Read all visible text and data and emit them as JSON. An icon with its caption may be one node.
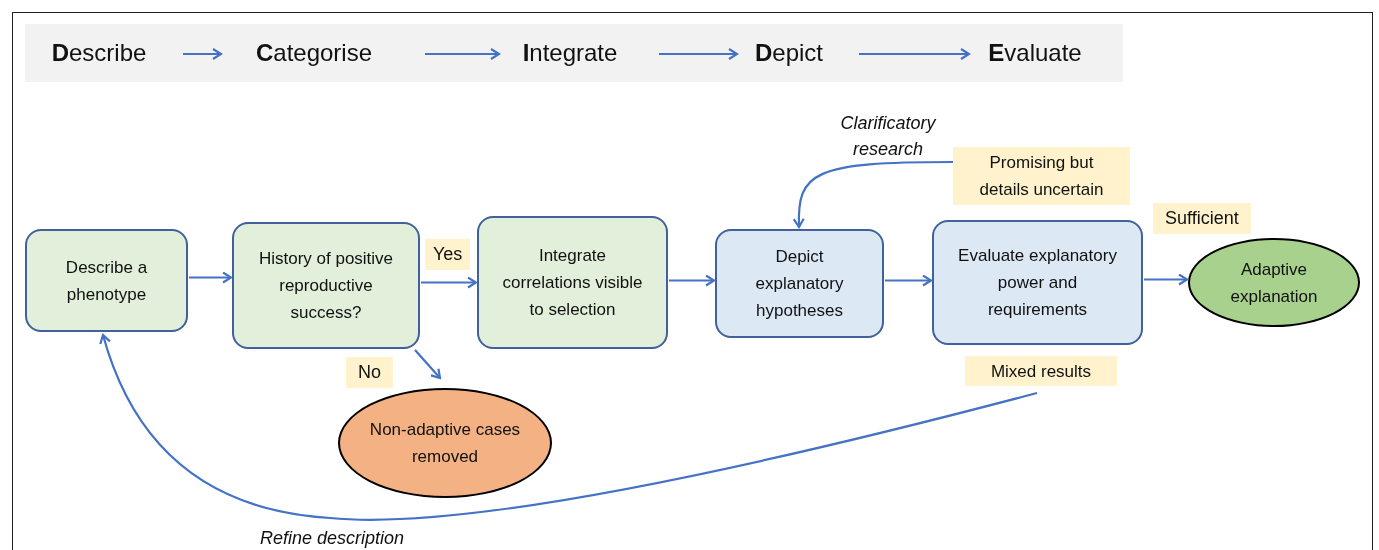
{
  "diagram": {
    "nodes": [
      {
        "text": [],
        "shape": "bar"
      },
      {
        "text": [
          "**D**escribe"
        ],
        "in": 0
      },
      {
        "text": [
          "**C**ategorise"
        ],
        "in": 0
      },
      {
        "text": [
          "**I**ntegrate"
        ],
        "in": 0
      },
      {
        "text": [
          "**D**epict"
        ],
        "in": 0
      },
      {
        "text": [
          "**E**valuate"
        ],
        "in": 0
      },
      {
        "text": [
          "Describe a phenotype"
        ]
      },
      {
        "text": [
          "History of positive reproductive success?"
        ]
      },
      {
        "text": [
          "Integrate correlations visible to selection"
        ]
      },
      {
        "text": [
          "Depict explanatory hypotheses"
        ]
      },
      {
        "text": [
          "Evaluate explanatory power and requirements"
        ]
      },
      {
        "text": [
          "Adaptive explanation"
        ]
      },
      {
        "text": [
          "Non-adaptive cases removed"
        ]
      },
      {
        "text": [
          "Promising but details uncertain"
        ]
      },
      {
        "text": [
          "Mixed results"
        ]
      }
    ],
    "edges": [
      {
        "from": 1,
        "to": 2,
        "arrow": "to"
      },
      {
        "from": 2,
        "to": 3,
        "arrow": "to"
      },
      {
        "from": 3,
        "to": 4,
        "arrow": "to"
      },
      {
        "from": 4,
        "to": 5,
        "arrow": "to"
      },
      {
        "from": 6,
        "to": 7,
        "arrow": "to"
      },
      {
        "from": 7,
        "to": 8,
        "arrow": "to",
        "label": "Yes"
      },
      {
        "from": 8,
        "to": 9,
        "arrow": "to"
      },
      {
        "from": 9,
        "to": 10,
        "arrow": "to"
      },
      {
        "from": 10,
        "to": 11,
        "arrow": "to",
        "label": "Sufficient"
      },
      {
        "from": 7,
        "to": 12,
        "arrow": "to",
        "label": "No"
      },
      {
        "from": 13,
        "to": 9,
        "arrow": "to",
        "label": "Clarificatory research"
      },
      {
        "from": 14,
        "to": 6,
        "arrow": "to",
        "label": "Refine description"
      }
    ]
  }
}
